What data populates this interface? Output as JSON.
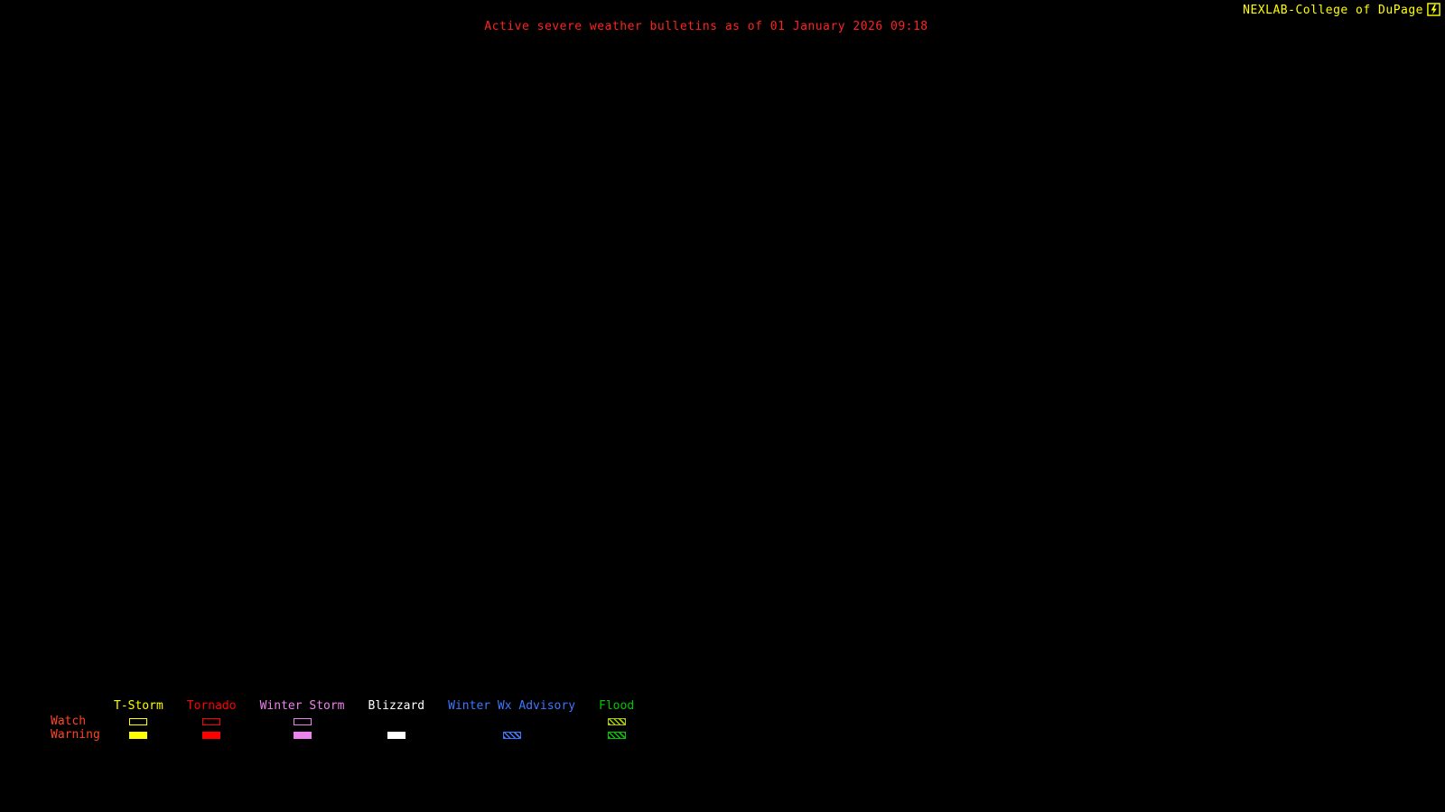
{
  "header": {
    "title": "Active severe weather bulletins as of 01 January 2026 09:18",
    "title_color": "#ff2222",
    "brand": "NEXLAB-College of DuPage",
    "brand_color": "#ffff00",
    "brand_icon": "lightning-logo"
  },
  "legend": {
    "watch_label": "Watch",
    "warning_label": "Warning",
    "row_label_color": "#ff4422",
    "columns": [
      {
        "id": "tstorm",
        "label": "T-Storm",
        "color": "#ffff00",
        "watch": "outline",
        "warning": "filled"
      },
      {
        "id": "tornado",
        "label": "Tornado",
        "color": "#ff0000",
        "watch": "outline",
        "warning": "filled"
      },
      {
        "id": "winter-storm",
        "label": "Winter Storm",
        "color": "#ee82ee",
        "watch": "outline",
        "warning": "filled"
      },
      {
        "id": "blizzard",
        "label": "Blizzard",
        "color": "#ffffff",
        "watch": "none",
        "warning": "filled"
      },
      {
        "id": "winter-wx-advisory",
        "label": "Winter Wx Advisory",
        "color": "#3c78ff",
        "watch": "none",
        "warning": "hatched"
      },
      {
        "id": "flood",
        "label": "Flood",
        "color": "#00c800",
        "watch": "hatched",
        "warning": "hatched",
        "watch_color": "#aacc00",
        "warning_color": "#00c800"
      }
    ]
  }
}
